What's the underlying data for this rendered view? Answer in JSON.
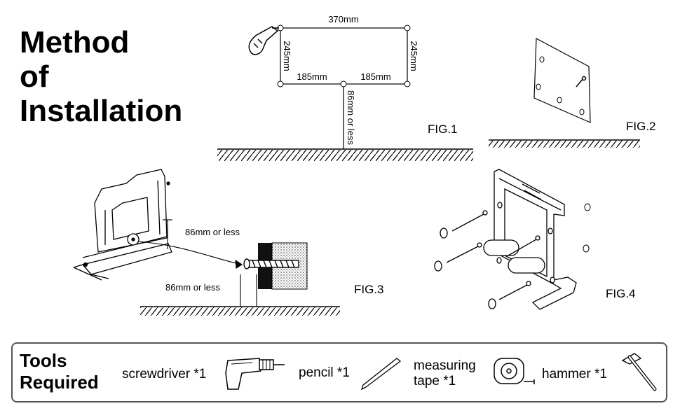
{
  "title": {
    "line1": "Method",
    "line2": "of",
    "line3": "Installation"
  },
  "fig1": {
    "label": "FIG.1",
    "width": "370mm",
    "height_left": "245mm",
    "height_right": "245mm",
    "half_left": "185mm",
    "half_right": "185mm",
    "floor_gap": "86mm or less"
  },
  "fig2": {
    "label": "FIG.2"
  },
  "fig3": {
    "label": "FIG.3",
    "upper_dim": "86mm or less",
    "lower_dim": "86mm or less"
  },
  "fig4": {
    "label": "FIG.4"
  },
  "tools": {
    "title_line1": "Tools",
    "title_line2": "Required",
    "screwdriver": "screwdriver *1",
    "pencil": "pencil *1",
    "measuring_line1": "measuring",
    "measuring_line2": "tape *1",
    "hammer": "hammer *1"
  }
}
